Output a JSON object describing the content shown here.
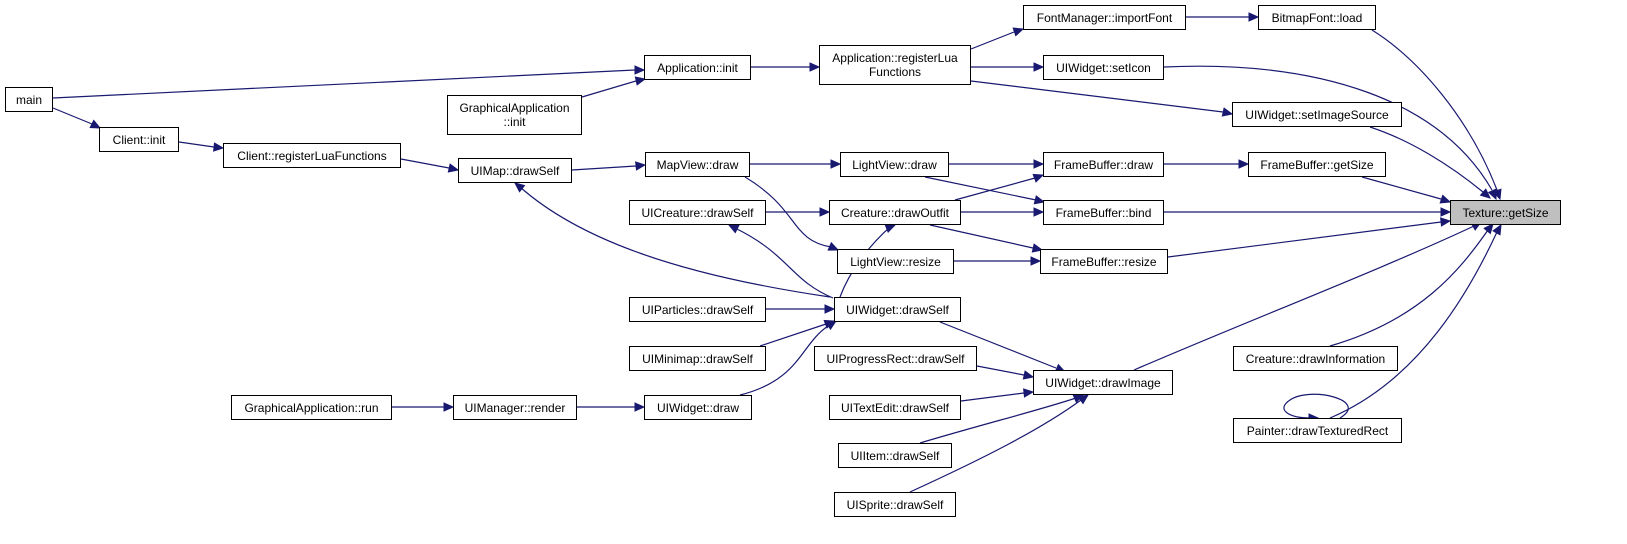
{
  "graph": {
    "edge_color": "#191970",
    "root_fill": "#bfbfbf",
    "nodes": {
      "texture_getsize": "Texture::getSize",
      "fontmanager_importfont": "FontManager::importFont",
      "bitmapfont_load": "BitmapFont::load",
      "application_registerlua": "Application::registerLua\nFunctions",
      "uiwidget_seticon": "UIWidget::setIcon",
      "application_init": "Application::init",
      "uiwidget_setimagesource": "UIWidget::setImageSource",
      "main": "main",
      "graphicalapplication_init": "GraphicalApplication\n::init",
      "client_init": "Client::init",
      "client_registerlua": "Client::registerLuaFunctions",
      "uimap_drawself": "UIMap::drawSelf",
      "mapview_draw": "MapView::draw",
      "lightview_draw": "LightView::draw",
      "framebuffer_draw": "FrameBuffer::draw",
      "framebuffer_getsize": "FrameBuffer::getSize",
      "uicreature_drawself": "UICreature::drawSelf",
      "creature_drawoutfit": "Creature::drawOutfit",
      "framebuffer_bind": "FrameBuffer::bind",
      "lightview_resize": "LightView::resize",
      "framebuffer_resize": "FrameBuffer::resize",
      "uiparticles_drawself": "UIParticles::drawSelf",
      "uiwidget_drawself": "UIWidget::drawSelf",
      "uiminimap_drawself": "UIMinimap::drawSelf",
      "uiprogressrect_drawself": "UIProgressRect::drawSelf",
      "uiwidget_drawimage": "UIWidget::drawImage",
      "creature_drawinformation": "Creature::drawInformation",
      "graphicalapplication_run": "GraphicalApplication::run",
      "uimanager_render": "UIManager::render",
      "uiwidget_draw": "UIWidget::draw",
      "uitextedit_drawself": "UITextEdit::drawSelf",
      "painter_drawtexturedrect": "Painter::drawTexturedRect",
      "uiitem_drawself": "UIItem::drawSelf",
      "uisprite_drawself": "UISprite::drawSelf"
    }
  }
}
